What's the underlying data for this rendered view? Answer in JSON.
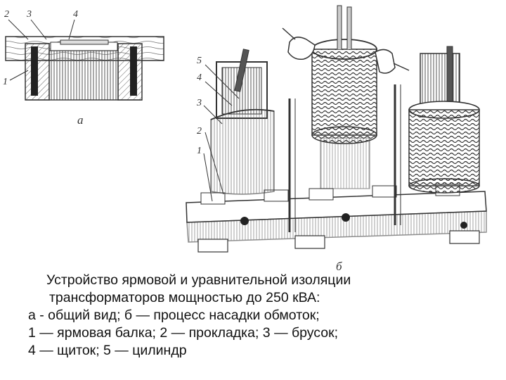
{
  "figure": {
    "panel_a": {
      "sublabel": "а",
      "labels": [
        "2",
        "3",
        "4",
        "1"
      ]
    },
    "panel_b": {
      "sublabel": "б",
      "labels": [
        "5",
        "4",
        "3",
        "2",
        "1"
      ]
    }
  },
  "caption": {
    "line1": "Устройство ярмовой и уравнительной изоляции",
    "line2": "трансформаторов  мощностью до 250 кВА:",
    "line3": "а -  общий вид; б — процесс насадки обмоток;",
    "line4": "1 — ярмовая балка; 2 — прокладка; 3 — брусок;",
    "line5": "4 — щиток; 5 — цилиндр"
  }
}
